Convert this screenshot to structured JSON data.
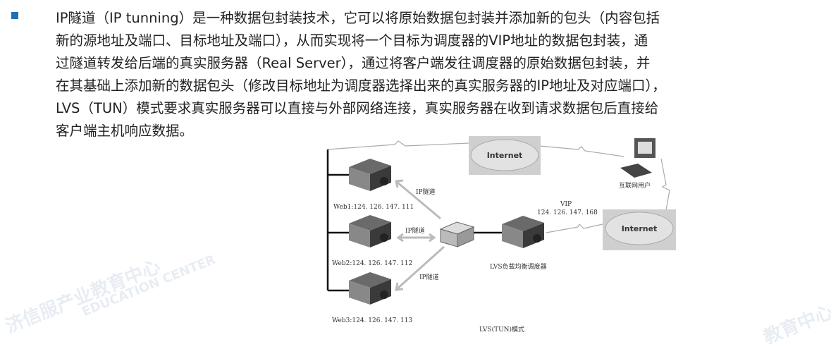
{
  "bullet_icon": "square-bullet-icon",
  "paragraph": {
    "lines": [
      "IP隧道（IP tunning）是一种数据包封装技术，它可以将原始数据包封装并添加新的包头（内容包括",
      "新的源地址及端口、目标地址及端口），从而实现将一个目标为调度器的VIP地址的数据包封装，通",
      "过隧道转发给后端的真实服务器（Real Server），通过将客户端发往调度器的原始数据包封装，并",
      "在其基础上添加新的数据包头（修改目标地址为调度器选择出来的真实服务器的IP地址及对应端口），",
      "LVS（TUN）模式要求真实服务器可以直接与外部网络连接，真实服务器在收到请求数据包后直接给",
      "客户端主机响应数据。"
    ]
  },
  "diagram": {
    "internet_top": "Internet",
    "internet_right": "Internet",
    "user_label": "互联网用户",
    "vip_label": "VIP",
    "vip_ip": "124. 126. 147. 168",
    "lvs_label": "LVS负载均衡调度器",
    "tunnel_labels": [
      "IP隧道",
      "IP隧道",
      "IP隧道"
    ],
    "web_labels": [
      "Web1:124. 126. 147. 111",
      "Web2:124. 126. 147. 112",
      "Web3:124. 126. 147. 113"
    ],
    "caption": "LVS(TUN)模式"
  },
  "watermark": {
    "left": "济信服产业教育中心",
    "left_en": "EDUCATION CENTER",
    "right": "教育中心"
  }
}
